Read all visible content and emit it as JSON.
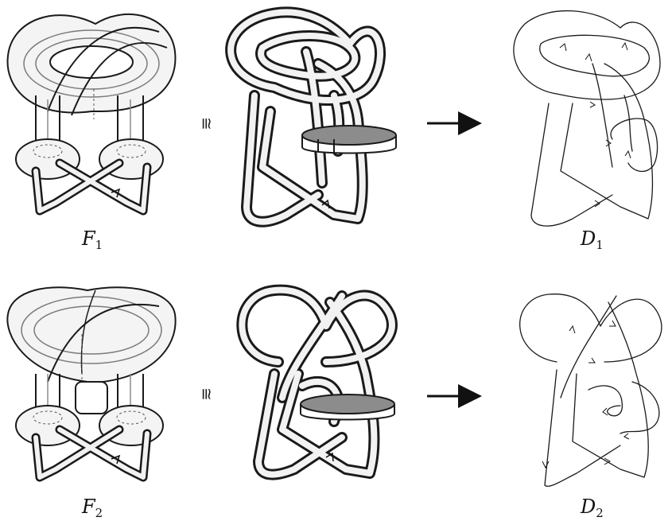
{
  "panels": [
    {
      "label_letter": "F",
      "label_index": "1"
    },
    {
      "label_letter": "D",
      "label_index": "1"
    },
    {
      "label_letter": "F",
      "label_index": "2"
    },
    {
      "label_letter": "D",
      "label_index": "2"
    }
  ],
  "symbols": {
    "congruence": "≅"
  },
  "colors": {
    "stroke": "#1a1a1a",
    "tube_fill": "#f2f2f2",
    "band_fill": "#8c8c8c",
    "surface_fill": "#f4f4f4"
  }
}
